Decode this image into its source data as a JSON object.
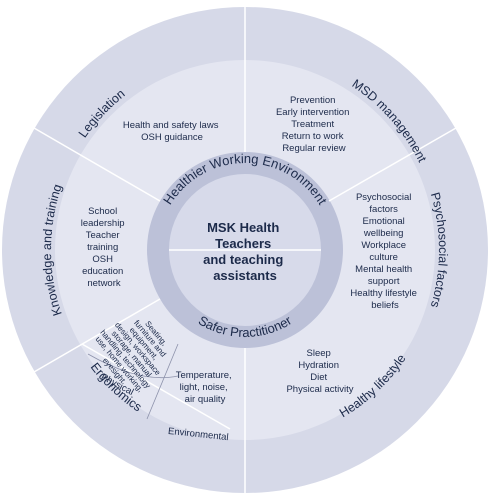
{
  "center": {
    "lines": [
      "MSK Health",
      "Teachers",
      "and teaching",
      "assistants"
    ]
  },
  "inner_ring": {
    "top": "Healthier Working Environment",
    "bottom": "Safer Practitioner"
  },
  "segments": {
    "legislation": {
      "title": "Legislation",
      "items": [
        "Health and safety laws",
        "OSH guidance"
      ]
    },
    "msd_management": {
      "title": "MSD management",
      "items": [
        "Prevention",
        "Early intervention",
        "Treatment",
        "Return to work",
        "Regular review"
      ]
    },
    "psychosocial": {
      "title": "Psychosocial factors",
      "items": [
        "Psychosocial",
        "factors",
        "Emotional",
        "wellbeing",
        "Workplace",
        "culture",
        "Mental health",
        "support",
        "Healthy lifestyle",
        "beliefs"
      ]
    },
    "healthy_lifestyle": {
      "title": "Healthy lifestyle",
      "items": [
        "Sleep",
        "Hydration",
        "Diet",
        "Physical activity"
      ]
    },
    "ergonomics": {
      "title": "Ergonomics",
      "environmental": {
        "label": "Environmental",
        "items": [
          "Temperature,",
          "light, noise,",
          "air quality"
        ]
      },
      "physical": {
        "label": "Physical",
        "items": [
          "Seating,",
          "furniture and",
          "equipment,",
          "design, workspace",
          "storage, manual",
          "handling, technology",
          "use, home working,",
          "eyesight"
        ]
      }
    },
    "knowledge": {
      "title": "Knowledge and training",
      "items": [
        "School",
        "leadership",
        "Teacher",
        "training",
        "OSH",
        "education",
        "network"
      ]
    }
  },
  "colors": {
    "outer_ring": "#d6d9e8",
    "middle_fill": "#e4e6f1",
    "inner_ring": "#bcc1d8",
    "center": "#d7daea",
    "lines": "#ffffff",
    "text": "#1c2a4a"
  }
}
